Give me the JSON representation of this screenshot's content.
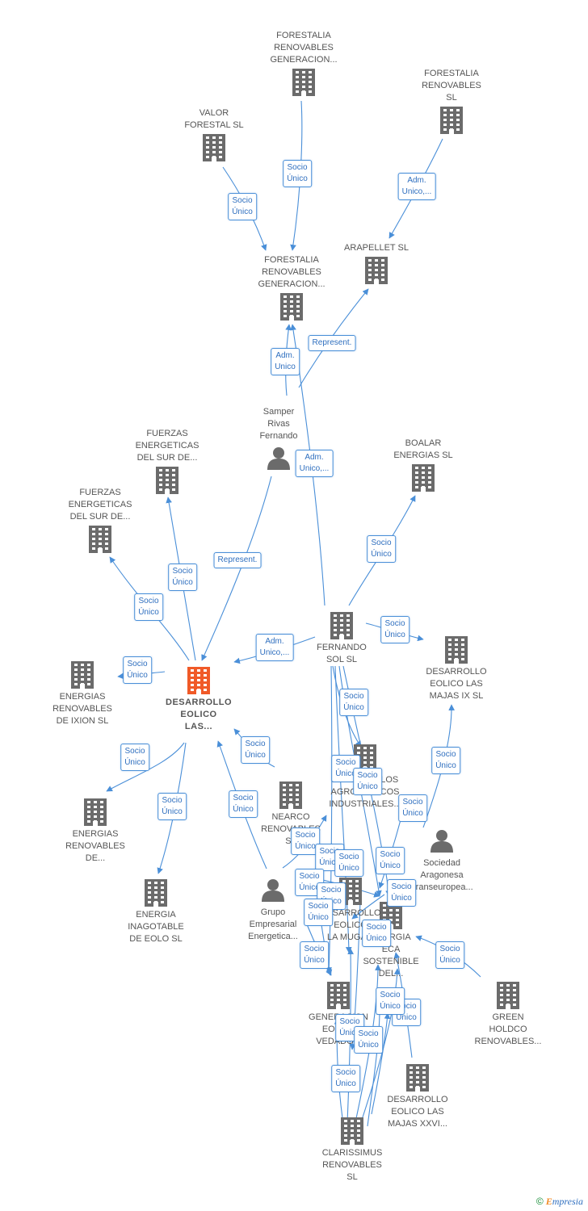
{
  "colors": {
    "edge": "#4a8fd8",
    "node": "#6b6b6b",
    "main_node": "#f05a28"
  },
  "nodes": [
    {
      "id": "forestalia_gen_top",
      "type": "company",
      "label": "FORESTALIA\nRENOVABLES\nGENERACION..."
    },
    {
      "id": "forestalia_sl",
      "type": "company",
      "label": "FORESTALIA\nRENOVABLES\nSL"
    },
    {
      "id": "valor_forestal",
      "type": "company",
      "label": "VALOR\nFORESTAL SL"
    },
    {
      "id": "forestalia_gen_mid",
      "type": "company",
      "label": "FORESTALIA\nRENOVABLES\nGENERACION..."
    },
    {
      "id": "arapellet",
      "type": "company",
      "label": "ARAPELLET  SL"
    },
    {
      "id": "samper",
      "type": "person",
      "label": "Samper\nRivas\nFernando"
    },
    {
      "id": "fuerzas1",
      "type": "company",
      "label": "FUERZAS\nENERGETICAS\nDEL SUR DE..."
    },
    {
      "id": "fuerzas2",
      "type": "company",
      "label": "FUERZAS\nENERGETICAS\nDEL SUR DE..."
    },
    {
      "id": "boalar",
      "type": "company",
      "label": "BOALAR\nENERGIAS  SL"
    },
    {
      "id": "fernando_sol",
      "type": "company",
      "label": "FERNANDO\nSOL SL"
    },
    {
      "id": "desarrollo_main",
      "type": "main",
      "label": "DESARROLLO\nEOLICO\nLAS..."
    },
    {
      "id": "energias_ixion",
      "type": "company",
      "label": "ENERGIAS\nRENOVABLES\nDE IXION  SL"
    },
    {
      "id": "desarrollo_ix",
      "type": "company",
      "label": "DESARROLLO\nEOLICO LAS\nMAJAS IX  SL"
    },
    {
      "id": "desarrollos_agro",
      "type": "company",
      "label": "DESARROLLOS\nAGRONOMICOS\nINDUSTRIALES..."
    },
    {
      "id": "nearco",
      "type": "company",
      "label": "NEARCO\nRENOVABLES\nSL"
    },
    {
      "id": "energias_de",
      "type": "company",
      "label": "ENERGIAS\nRENOVABLES\nDE..."
    },
    {
      "id": "sociedad_aragonesa",
      "type": "person",
      "label": "Sociedad\nAragonesa\nTranseuropea..."
    },
    {
      "id": "energia_inagotable",
      "type": "company",
      "label": "ENERGIA\nINAGOTABLE\nDE EOLO  SL"
    },
    {
      "id": "grupo_empresarial",
      "type": "person",
      "label": "Grupo\nEmpresarial\nEnergetica..."
    },
    {
      "id": "desarrollo_muga",
      "type": "company",
      "label": "DESARROLLO\nEOLICO\nLA MUGA..."
    },
    {
      "id": "energia_sostenible",
      "type": "company",
      "label": "ENERGIA\nECA\nSOSTENIBLE\nDEL..."
    },
    {
      "id": "generacion_vedado",
      "type": "company",
      "label": "GENERACION\nEOLICA\nVEDADO..."
    },
    {
      "id": "green_holdco",
      "type": "company",
      "label": "GREEN\nHOLDCO\nRENOVABLES..."
    },
    {
      "id": "desarrollo_xxvi",
      "type": "company",
      "label": "DESARROLLO\nEOLICO LAS\nMAJAS XXVI..."
    },
    {
      "id": "clarissimus",
      "type": "company",
      "label": "CLARISSIMUS\nRENOVABLES\nSL"
    }
  ],
  "edge_labels": [
    {
      "id": "e1",
      "text": "Socio\nÚnico"
    },
    {
      "id": "e2",
      "text": "Adm.\nUnico,..."
    },
    {
      "id": "e3",
      "text": "Socio\nÚnico"
    },
    {
      "id": "e4",
      "text": "Represent."
    },
    {
      "id": "e5",
      "text": "Adm.\nUnico"
    },
    {
      "id": "e6",
      "text": "Adm.\nUnico,..."
    },
    {
      "id": "e7",
      "text": "Represent."
    },
    {
      "id": "e8",
      "text": "Socio\nÚnico"
    },
    {
      "id": "e9",
      "text": "Socio\nÚnico"
    },
    {
      "id": "e10",
      "text": "Socio\nÚnico"
    },
    {
      "id": "e11",
      "text": "Socio\nÚnico"
    },
    {
      "id": "e12",
      "text": "Adm.\nUnico,..."
    },
    {
      "id": "e13",
      "text": "Socio\nÚnico"
    },
    {
      "id": "e14",
      "text": "Socio\nÚnico"
    },
    {
      "id": "e15",
      "text": "Socio\nÚnico"
    },
    {
      "id": "e16",
      "text": "Socio\nÚnico"
    },
    {
      "id": "e17",
      "text": "Socio\nÚnico"
    },
    {
      "id": "e18",
      "text": "Socio\nÚnico"
    },
    {
      "id": "e19",
      "text": "Socio\nÚnico"
    },
    {
      "id": "e20",
      "text": "Socio\nÚnico"
    },
    {
      "id": "e21",
      "text": "Socio\nÚnico"
    },
    {
      "id": "e22",
      "text": "Socio\nÚnico"
    },
    {
      "id": "e23",
      "text": "Socio\nÚnico"
    },
    {
      "id": "e24",
      "text": "Socio\nÚnico"
    },
    {
      "id": "e25",
      "text": "Socio\nÚnico"
    },
    {
      "id": "e26",
      "text": "Socio\nÚnico"
    },
    {
      "id": "e27",
      "text": "Socio\nÚnico"
    },
    {
      "id": "e28",
      "text": "Socio\nÚnico"
    },
    {
      "id": "e29",
      "text": "Socio\nÚnico"
    },
    {
      "id": "e30",
      "text": "Socio\nÚnico"
    },
    {
      "id": "e31",
      "text": "Socio\nÚnico"
    },
    {
      "id": "e32",
      "text": "Socio\nÚnico"
    },
    {
      "id": "e33",
      "text": "Socio\nÚnico"
    },
    {
      "id": "e34",
      "text": "Socio\nÚnico"
    },
    {
      "id": "e35",
      "text": "Socio\nÚnico"
    },
    {
      "id": "e36",
      "text": "Socio\nÚnico"
    },
    {
      "id": "e37",
      "text": "Socio\nÚnico"
    },
    {
      "id": "e38",
      "text": "Socio\nÚnico"
    }
  ],
  "brand": {
    "copyright": "©",
    "initial": "E",
    "rest": "mpresia"
  }
}
